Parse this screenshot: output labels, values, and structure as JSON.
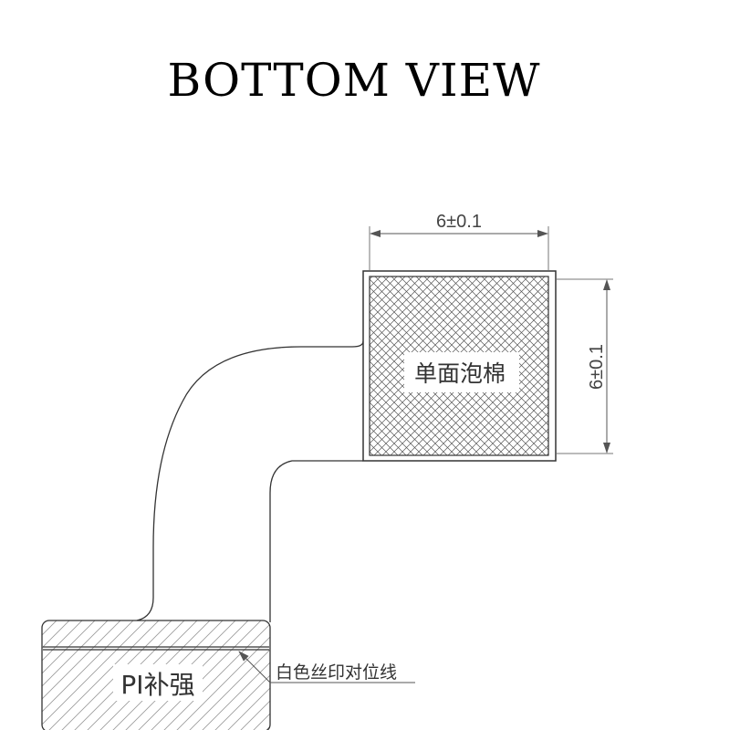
{
  "title": "BOTTOM VIEW",
  "foam_pad": {
    "label": "单面泡棉",
    "width_dim": "6±0.1",
    "height_dim": "6±0.1"
  },
  "stiffener": {
    "label": "PI补强",
    "alignment_note": "白色丝印对位线"
  }
}
